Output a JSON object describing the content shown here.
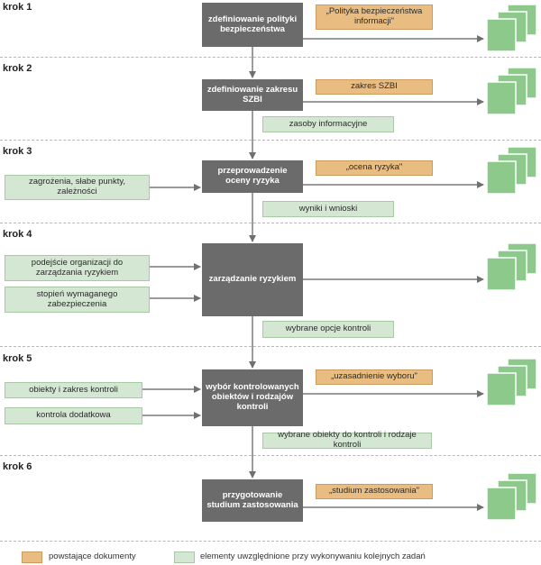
{
  "steps": [
    "krok 1",
    "krok 2",
    "krok 3",
    "krok 4",
    "krok 5",
    "krok 6"
  ],
  "process": {
    "p1": "zdefiniowanie polityki bezpieczeństwa",
    "p2": "zdefiniowanie zakresu SZBI",
    "p3": "przeprowadzenie oceny ryzyka",
    "p4": "zarządzanie ryzykiem",
    "p5": "wybór kontrolowanych obiektów i rodzajów kontroli",
    "p6": "przygotowanie studium zastosowania"
  },
  "documents": {
    "d1": "„Polityka bezpieczeństwa informacji\"",
    "d2": "zakres SZBI",
    "d3": "„ocena ryzyka\"",
    "d5": "„uzasadnienie wyboru\"",
    "d6": "„studium zastosowania\""
  },
  "inputs": {
    "i2": "zasoby informacyjne",
    "i3a": "zagrożenia, słabe punkty, zależności",
    "i3b": "wyniki i wnioski",
    "i4a": "podejście organizacji do zarządzania ryzykiem",
    "i4b": "stopień wymaganego zabezpieczenia",
    "i4c": "wybrane opcje kontroli",
    "i5a": "obiekty i zakres kontroli",
    "i5b": "kontrola dodatkowa",
    "i5c": "wybrane obiekty do kontroli i rodzaje kontroli"
  },
  "legend": {
    "documents_label": "powstające dokumenty",
    "elements_label": "elementy uwzględnione przy wykonywaniu kolejnych zadań"
  },
  "colors": {
    "process": "#6b6b6b",
    "document": "#e9bd82",
    "input": "#d4e7d3",
    "doc_stack": "#8cc98a"
  }
}
